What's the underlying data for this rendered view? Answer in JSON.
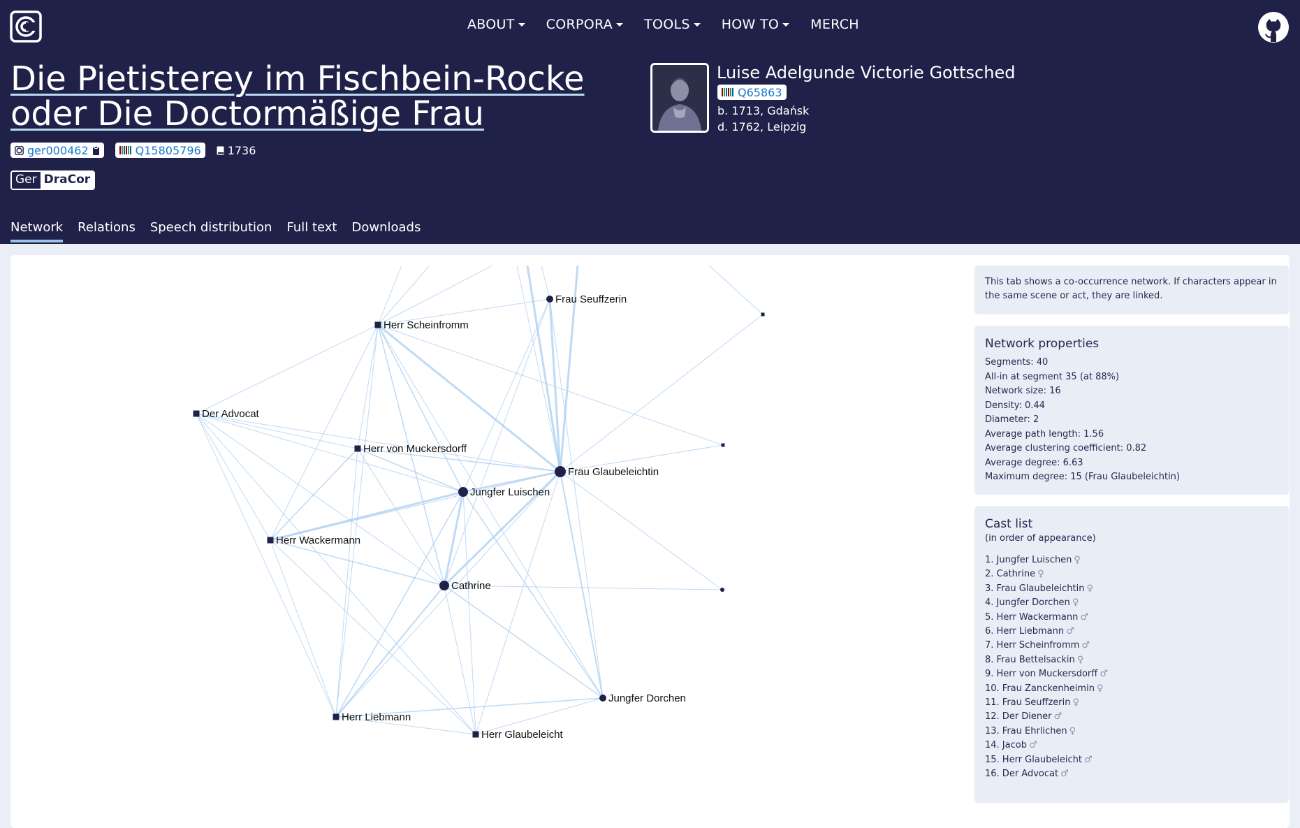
{
  "nav": {
    "items": [
      {
        "label": "ABOUT",
        "dropdown": true
      },
      {
        "label": "CORPORA",
        "dropdown": true
      },
      {
        "label": "TOOLS",
        "dropdown": true
      },
      {
        "label": "HOW TO",
        "dropdown": true
      },
      {
        "label": "MERCH",
        "dropdown": false
      }
    ]
  },
  "play": {
    "title_line1": "Die Pietisterey im Fischbein-Rocke",
    "title_line2": "oder Die Doctormäßige Frau",
    "id": "ger000462",
    "wikidata": "Q15805796",
    "year": "1736",
    "corpus_prefix": "Ger",
    "corpus_name": "DraCor"
  },
  "author": {
    "name": "Luise Adelgunde Victorie Gottsched",
    "wikidata": "Q65863",
    "birth": "b. 1713, Gdańsk",
    "death": "d. 1762, Leipzig"
  },
  "tabs": [
    "Network",
    "Relations",
    "Speech distribution",
    "Full text",
    "Downloads"
  ],
  "info_text": "This tab shows a co-occurrence network. If characters appear in the same scene or act, they are linked.",
  "network_properties": {
    "heading": "Network properties",
    "lines": [
      "Segments: 40",
      "All-in at segment 35 (at 88%)",
      "Network size: 16",
      "Density: 0.44",
      "Diameter: 2",
      "Average path length: 1.56",
      "Average clustering coefficient: 0.82",
      "Average degree: 6.63",
      "Maximum degree: 15 (Frau Glaubeleichtin)"
    ]
  },
  "cast": {
    "heading": "Cast list",
    "subheading": "(in order of appearance)",
    "items": [
      {
        "label": "1. Jungfer Luischen",
        "gender": "♀"
      },
      {
        "label": "2. Cathrine",
        "gender": "♀"
      },
      {
        "label": "3. Frau Glaubeleichtin",
        "gender": "♀"
      },
      {
        "label": "4. Jungfer Dorchen",
        "gender": "♀"
      },
      {
        "label": "5. Herr Wackermann",
        "gender": "♂"
      },
      {
        "label": "6. Herr Liebmann",
        "gender": "♂"
      },
      {
        "label": "7. Herr Scheinfromm",
        "gender": "♂"
      },
      {
        "label": "8. Frau Bettelsackin",
        "gender": "♀"
      },
      {
        "label": "9. Herr von Muckersdorff",
        "gender": "♂"
      },
      {
        "label": "10. Frau Zanckenheimin",
        "gender": "♀"
      },
      {
        "label": "11. Frau Seuffzerin",
        "gender": "♀"
      },
      {
        "label": "12. Der Diener",
        "gender": "♂"
      },
      {
        "label": "13. Frau Ehrlichen",
        "gender": "♀"
      },
      {
        "label": "14. Jacob",
        "gender": "♂"
      },
      {
        "label": "15. Herr Glaubeleicht",
        "gender": "♂"
      },
      {
        "label": "16. Der Advocat",
        "gender": "♂"
      }
    ]
  },
  "network": {
    "node_color": "#1f2149",
    "edge_color": "#a9cdf0",
    "nodes": [
      {
        "id": "seuffzerin",
        "label": "Frau Seuffzerin",
        "shape": "circle"
      },
      {
        "id": "scheinfromm",
        "label": "Herr Scheinfromm",
        "shape": "square"
      },
      {
        "id": "advocat",
        "label": "Der Advocat",
        "shape": "square"
      },
      {
        "id": "muckersdorff",
        "label": "Herr von Muckersdorff",
        "shape": "square"
      },
      {
        "id": "glaubeleichtin",
        "label": "Frau Glaubeleichtin",
        "shape": "circle"
      },
      {
        "id": "luischen",
        "label": "Jungfer Luischen",
        "shape": "circle"
      },
      {
        "id": "wackermann",
        "label": "Herr Wackermann",
        "shape": "square"
      },
      {
        "id": "cathrine",
        "label": "Cathrine",
        "shape": "circle"
      },
      {
        "id": "dorchen",
        "label": "Jungfer Dorchen",
        "shape": "circle"
      },
      {
        "id": "liebmann",
        "label": "Herr Liebmann",
        "shape": "square"
      },
      {
        "id": "glaubeleicht",
        "label": "Herr Glaubeleicht",
        "shape": "square"
      },
      {
        "id": "u1",
        "label": "",
        "shape": "square"
      },
      {
        "id": "u2",
        "label": "",
        "shape": "square"
      },
      {
        "id": "u3",
        "label": "",
        "shape": "circle"
      }
    ],
    "edges": [
      [
        "scheinfromm",
        "glaubeleichtin",
        3
      ],
      [
        "scheinfromm",
        "luischen",
        1.5
      ],
      [
        "scheinfromm",
        "cathrine",
        1.5
      ],
      [
        "scheinfromm",
        "wackermann",
        1
      ],
      [
        "scheinfromm",
        "advocat",
        1
      ],
      [
        "scheinfromm",
        "muckersdorff",
        1
      ],
      [
        "scheinfromm",
        "liebmann",
        1
      ],
      [
        "scheinfromm",
        "dorchen",
        1
      ],
      [
        "scheinfromm",
        "seuffzerin",
        1
      ],
      [
        "scheinfromm",
        "u2",
        1
      ],
      [
        "seuffzerin",
        "glaubeleichtin",
        3
      ],
      [
        "seuffzerin",
        "luischen",
        1
      ],
      [
        "seuffzerin",
        "cathrine",
        1
      ],
      [
        "seuffzerin",
        "dorchen",
        1
      ],
      [
        "glaubeleichtin",
        "luischen",
        2.5
      ],
      [
        "glaubeleichtin",
        "cathrine",
        3
      ],
      [
        "glaubeleichtin",
        "wackermann",
        1
      ],
      [
        "glaubeleichtin",
        "muckersdorff",
        1.5
      ],
      [
        "glaubeleichtin",
        "advocat",
        1
      ],
      [
        "glaubeleichtin",
        "dorchen",
        2
      ],
      [
        "glaubeleichtin",
        "liebmann",
        1
      ],
      [
        "glaubeleichtin",
        "glaubeleicht",
        1
      ],
      [
        "glaubeleichtin",
        "u1",
        1
      ],
      [
        "glaubeleichtin",
        "u2",
        1
      ],
      [
        "glaubeleichtin",
        "u3",
        1
      ],
      [
        "luischen",
        "cathrine",
        3
      ],
      [
        "luischen",
        "wackermann",
        3
      ],
      [
        "luischen",
        "muckersdorff",
        1.5
      ],
      [
        "luischen",
        "advocat",
        1
      ],
      [
        "luischen",
        "dorchen",
        1.5
      ],
      [
        "luischen",
        "liebmann",
        1.5
      ],
      [
        "luischen",
        "glaubeleicht",
        1
      ],
      [
        "cathrine",
        "wackermann",
        1.5
      ],
      [
        "cathrine",
        "muckersdorff",
        1
      ],
      [
        "cathrine",
        "advocat",
        1
      ],
      [
        "cathrine",
        "dorchen",
        1.5
      ],
      [
        "cathrine",
        "liebmann",
        2
      ],
      [
        "cathrine",
        "glaubeleicht",
        1
      ],
      [
        "cathrine",
        "u3",
        1
      ],
      [
        "wackermann",
        "advocat",
        1
      ],
      [
        "wackermann",
        "muckersdorff",
        1.5
      ],
      [
        "wackermann",
        "liebmann",
        1
      ],
      [
        "wackermann",
        "glaubeleicht",
        1
      ],
      [
        "advocat",
        "muckersdorff",
        1
      ],
      [
        "advocat",
        "liebmann",
        1
      ],
      [
        "advocat",
        "glaubeleicht",
        1
      ],
      [
        "muckersdorff",
        "liebmann",
        1
      ],
      [
        "liebmann",
        "dorchen",
        1.5
      ],
      [
        "glaubeleicht",
        "dorchen",
        1
      ],
      [
        "liebmann",
        "glaubeleicht",
        1
      ]
    ]
  }
}
